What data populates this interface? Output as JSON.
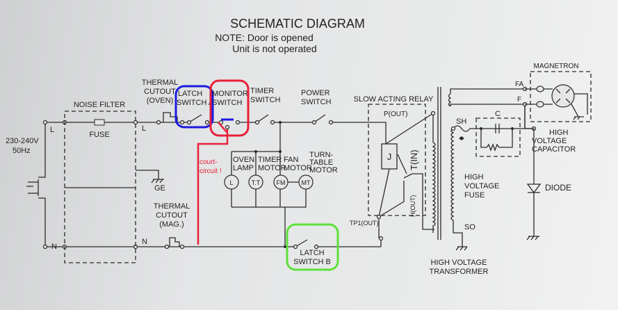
{
  "title": "SCHEMATIC DIAGRAM",
  "note_line1": "NOTE: Door is opened",
  "note_line2": "Unit is not operated",
  "supply": {
    "voltage": "230-240V",
    "freq": "50Hz"
  },
  "labels": {
    "noise_filter": "NOISE FILTER",
    "fuse": "FUSE",
    "L": "L",
    "N": "N",
    "GE": "GE",
    "thermal_oven": [
      "THERMAL",
      "CUTOUT",
      "(OVEN)"
    ],
    "latch_a": [
      "LATCH",
      "SWITCH A"
    ],
    "monitor": [
      "MONITOR",
      "SWITCH"
    ],
    "timer": [
      "TIMER",
      "SWITCH"
    ],
    "power": [
      "POWER",
      "SWITCH"
    ],
    "oven_lamp": [
      "OVEN",
      "LAMP"
    ],
    "timer_motor": [
      "TIMER",
      "MOTOR"
    ],
    "fan_motor": [
      "FAN",
      "MOTOR"
    ],
    "turntable_motor": [
      "TURN-",
      "TABLE",
      "MOTOR"
    ],
    "motor_symbols": [
      "L",
      "T.T",
      "FM",
      "MT"
    ],
    "thermal_mag": [
      "THERMAL",
      "CUTOUT",
      "(MAG.)"
    ],
    "latch_b": [
      "LATCH",
      "SWITCH B"
    ],
    "relay": "SLOW ACTING RELAY",
    "p_out": "P(OUT)",
    "t_in": "T(IN)",
    "h_out": "H(OUT)",
    "j": "J",
    "tp1": "TP1(OUT)",
    "magnetron": "MAGNETRON",
    "fa": "FA",
    "f": "F",
    "sh": "SH",
    "c": "C",
    "hv_capacitor": [
      "HIGH",
      "VOLTAGE",
      "CAPACITOR"
    ],
    "hv_fuse": [
      "HIGH",
      "VOLTAGE",
      "FUSE"
    ],
    "diode": "DIODE",
    "so": "SO",
    "hv_transformer": [
      "HIGH VOLTAGE",
      "TRANSFORMER"
    ]
  },
  "annotation": {
    "text1": "court-",
    "text2": "circuit !"
  },
  "colors": {
    "blue": "#1a1ae0",
    "red": "#e8203a",
    "green": "#5ee03a"
  }
}
